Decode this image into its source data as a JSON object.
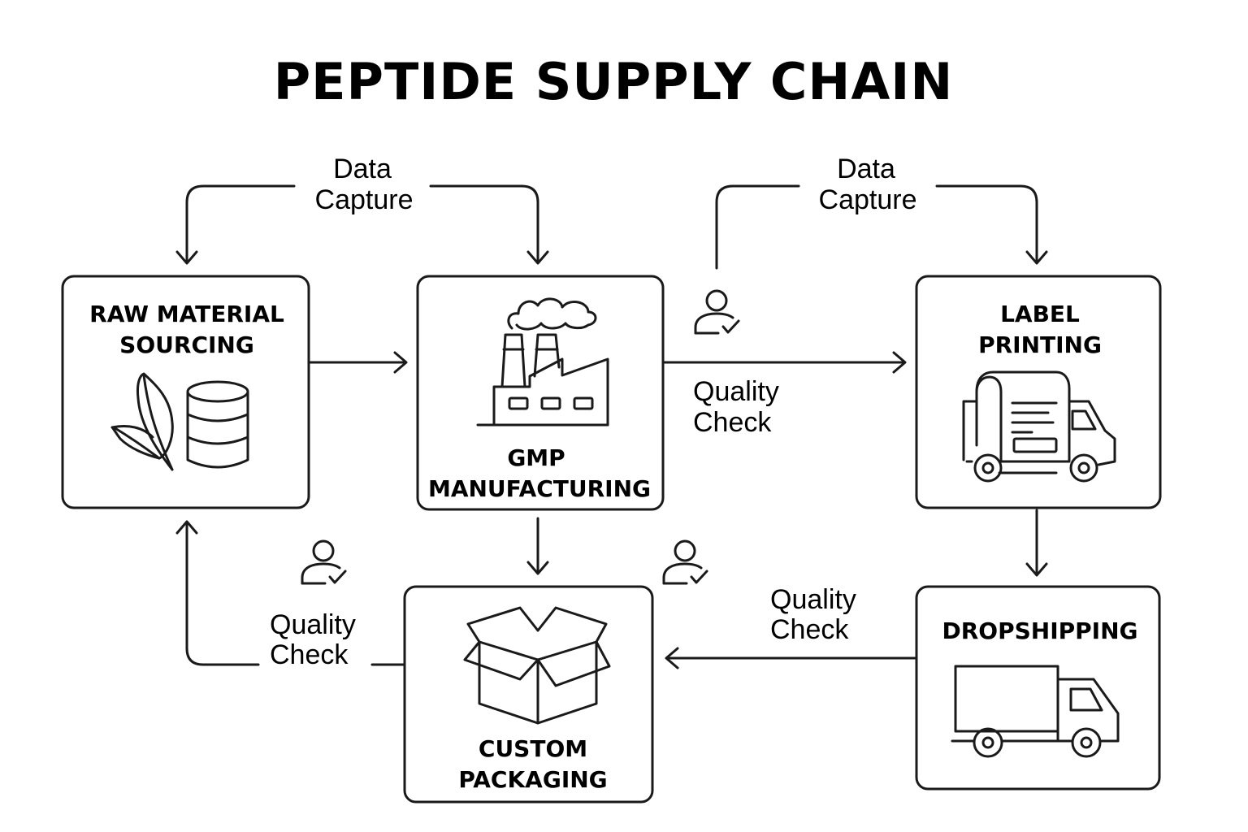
{
  "title": "PEPTIDE SUPPLY CHAIN",
  "nodes": {
    "raw_material": {
      "line1": "RAW MATERIAL",
      "line2": "SOURCING",
      "icons": [
        "leaf-icon",
        "barrel-icon"
      ]
    },
    "gmp": {
      "line1": "GMP",
      "line2": "MANUFACTURING",
      "icons": [
        "factory-icon"
      ]
    },
    "label": {
      "line1": "LABEL",
      "line2": "PRINTING",
      "icons": [
        "label-truck-icon"
      ]
    },
    "dropshipping": {
      "line1": "DROPSHIPPING",
      "icons": [
        "truck-icon"
      ]
    },
    "packaging": {
      "line1": "CUSTOM",
      "line2": "PACKAGING",
      "icons": [
        "open-box-icon"
      ]
    }
  },
  "flow_labels": {
    "data_capture_left": {
      "line1": "Data",
      "line2": "Capture"
    },
    "data_capture_right": {
      "line1": "Data",
      "line2": "Capture"
    },
    "quality_check_top": {
      "line1": "Quality",
      "line2": "Check"
    },
    "quality_check_left": {
      "line1": "Quality",
      "line2": "Check"
    },
    "quality_check_bottom": {
      "line1": "Quality",
      "line2": "Check"
    }
  },
  "icons": {
    "inspector": "user-check-icon"
  }
}
